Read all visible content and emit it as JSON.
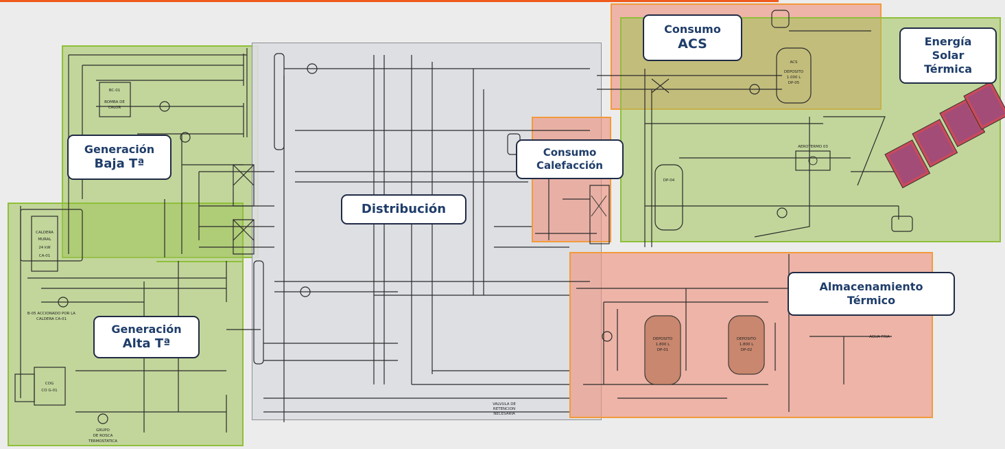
{
  "zones": {
    "consumo_acs": [
      "Consumo",
      "ACS"
    ],
    "energia_solar": [
      "Energía",
      "Solar",
      "Térmica"
    ],
    "generacion_baja": [
      "Generación",
      "Baja Tª"
    ],
    "consumo_calefaccion": [
      "Consumo",
      "Calefacción"
    ],
    "distribucion": "Distribución",
    "almacenamiento": [
      "Almacenamiento",
      "Térmico"
    ],
    "generacion_alta": [
      "Generación",
      "Alta Tª"
    ]
  },
  "equipment": {
    "bomba_calor": [
      "BC-01",
      "BOMBA DE",
      "CALOR"
    ],
    "caldera": [
      "CALDERA",
      "MURAL",
      "24 kW",
      "CA-01"
    ],
    "cogen": [
      "COG",
      "CO G-01"
    ],
    "acs_tank": [
      "ACS",
      "DEPOSITO",
      "1.000 L",
      "DP-05"
    ],
    "dp04": "DP-04",
    "aerotermo": "AEROTERMO 03",
    "deposito1": [
      "DEPOSITO",
      "1.800 L",
      "DP-01"
    ],
    "deposito2": [
      "DEPOSITO",
      "1.800 L",
      "DP-02"
    ],
    "agua_fria": "AGUA FRIA",
    "valvula_retencion": [
      "VALVULA DE",
      "RETENCION",
      "NECESARIA"
    ],
    "acciona": [
      "B-05 ACCIONADO POR LA",
      "CALDERA CA-01"
    ],
    "grupo_presion": [
      "GRUPO",
      "DE ROSCA",
      "TERMOSTATICA"
    ]
  },
  "colors": {
    "zone_green": "#a0c45a",
    "zone_red": "#ee9682",
    "zone_border_orange": "#f29a3c",
    "label_text": "#1f3d6a",
    "accent_bar": "#f05a1e"
  }
}
